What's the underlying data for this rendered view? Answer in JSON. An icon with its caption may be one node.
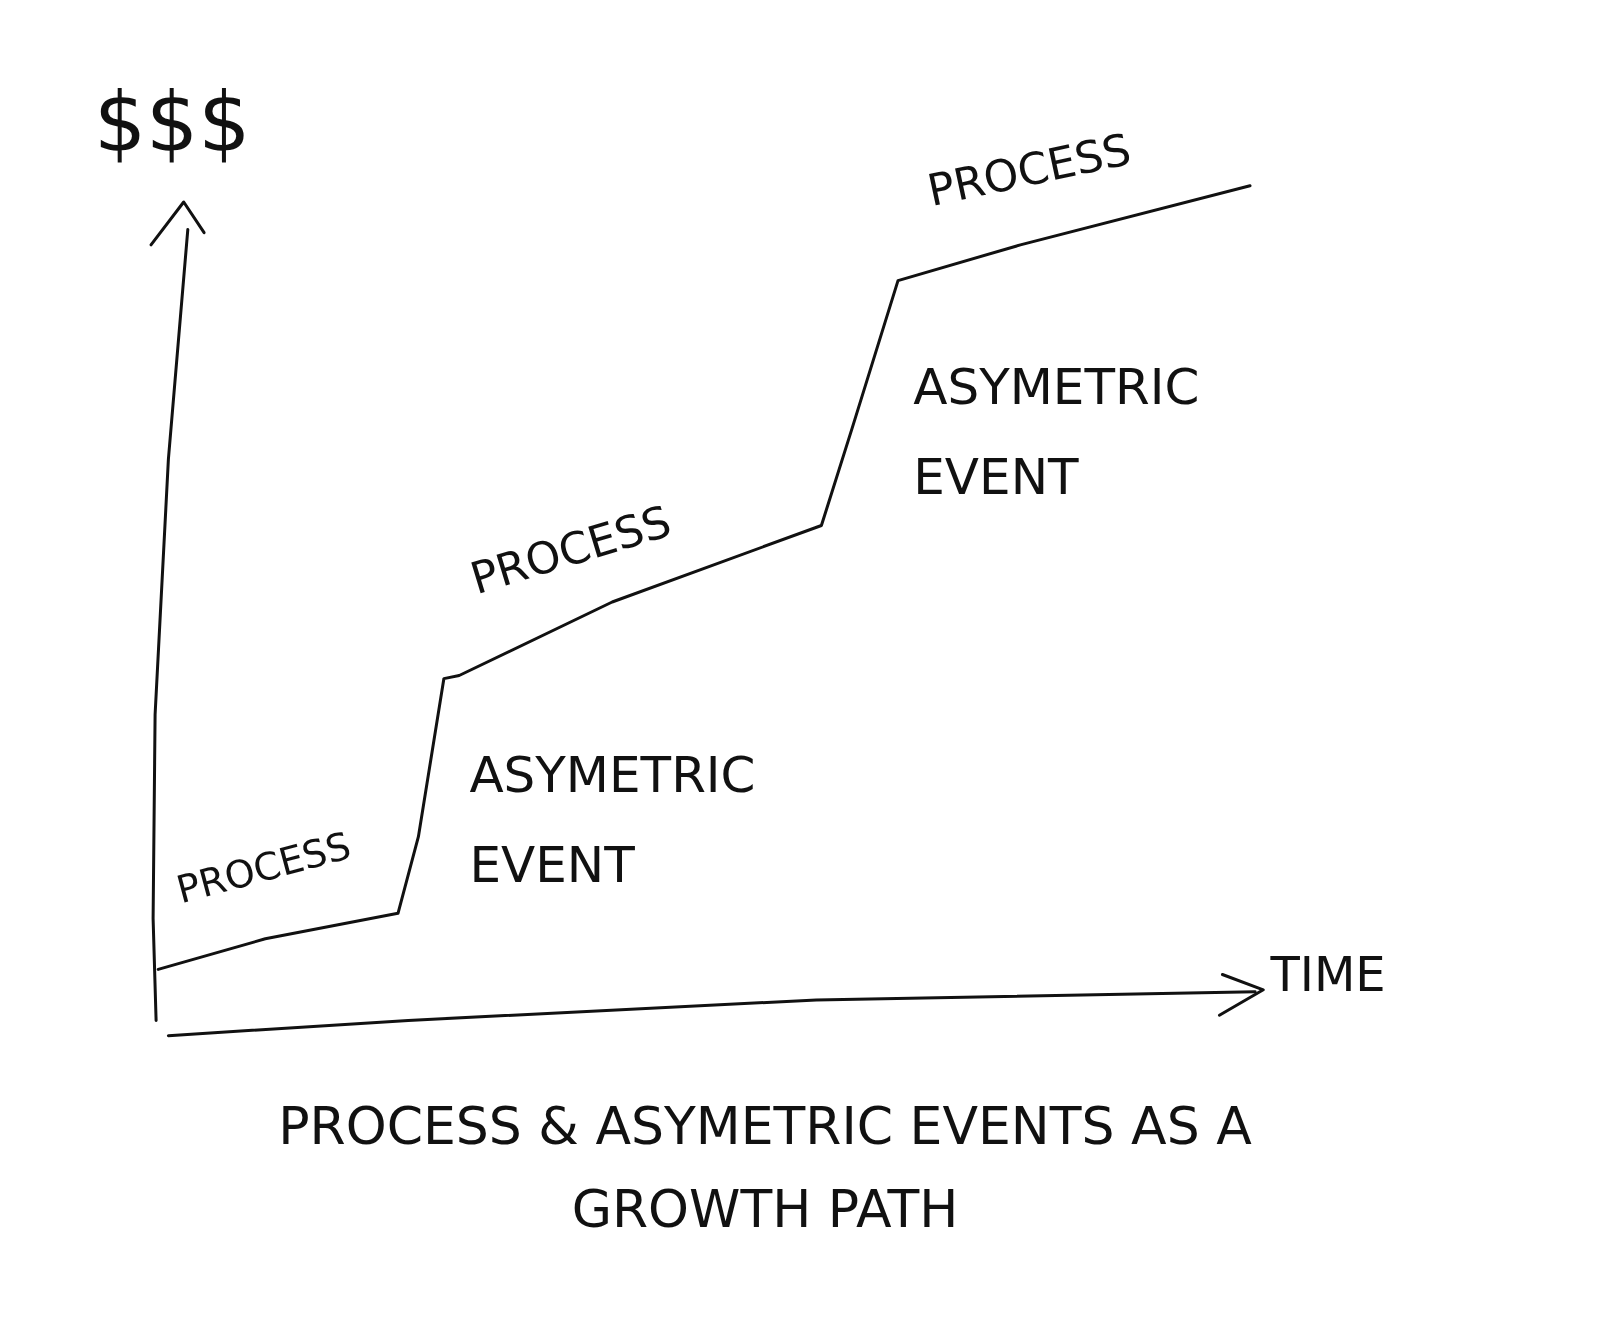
{
  "diagram": {
    "caption": "PROCESS & ASYMETRIC EVENTS AS A GROWTH PATH",
    "labels": [
      "$$$",
      "PROCESS",
      "ASYMETRIC EVENT",
      "PROCESS",
      "ASYMETRIC EVENT",
      "PROCESS",
      "TIME"
    ]
  }
}
